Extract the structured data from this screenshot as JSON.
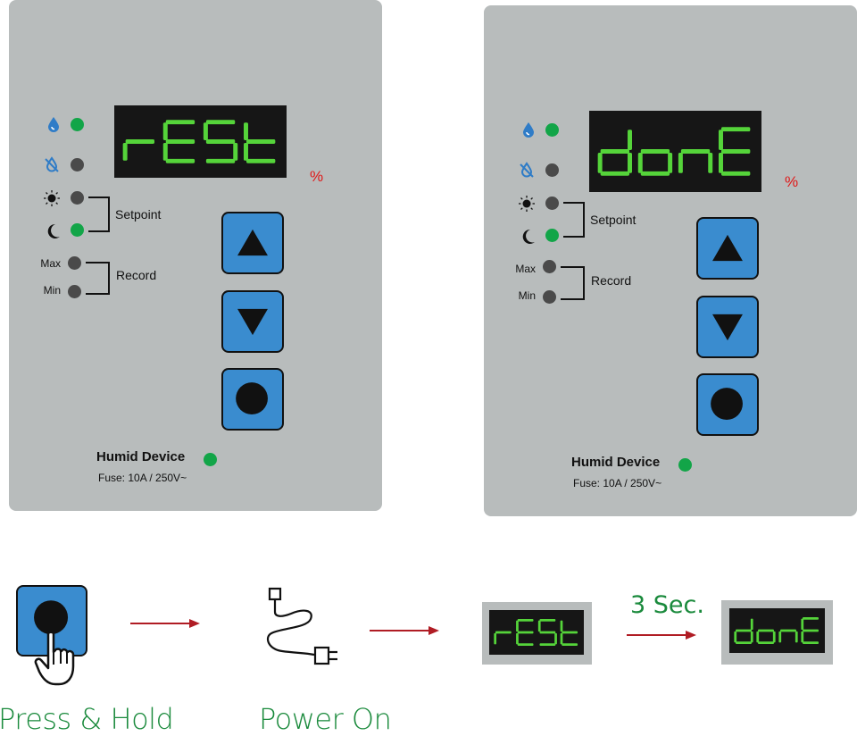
{
  "panels": [
    {
      "display_text": "rESt",
      "unit": "%",
      "setpoint_label": "Setpoint",
      "record_label": "Record",
      "max_label": "Max",
      "min_label": "Min",
      "device_name": "Humid Device",
      "fuse": "Fuse: 10A / 250V~",
      "indicators": {
        "humidify": "on",
        "dehumidify": "off",
        "day": "off",
        "night": "on",
        "max": "off",
        "min": "off",
        "power": "on"
      }
    },
    {
      "display_text": "donE",
      "unit": "%",
      "setpoint_label": "Setpoint",
      "record_label": "Record",
      "max_label": "Max",
      "min_label": "Min",
      "device_name": "Humid Device",
      "fuse": "Fuse: 10A / 250V~",
      "indicators": {
        "humidify": "on",
        "dehumidify": "off",
        "day": "off",
        "night": "on",
        "max": "off",
        "min": "off",
        "power": "on"
      }
    }
  ],
  "steps": {
    "press_hold": "Press & Hold",
    "power_on": "Power On",
    "wait": "3 Sec.",
    "reset_text": "rESt",
    "done_text": "donE"
  },
  "icons": {
    "humidify": "water-drop-icon",
    "dehumidify": "no-water-icon",
    "day": "sun-icon",
    "night": "moon-icon",
    "up": "triangle-up-icon",
    "down": "triangle-down-icon",
    "set": "circle-icon",
    "plug": "power-plug-icon",
    "hand": "pointing-hand-icon"
  },
  "colors": {
    "panel": "#b8bcbc",
    "button": "#3a8ccf",
    "segment": "#55d43a",
    "led_on": "#12a548",
    "led_off": "#4a4a4a",
    "unit": "#e01818",
    "step_text": "#1a8a3c",
    "arrow": "#b01c24"
  }
}
